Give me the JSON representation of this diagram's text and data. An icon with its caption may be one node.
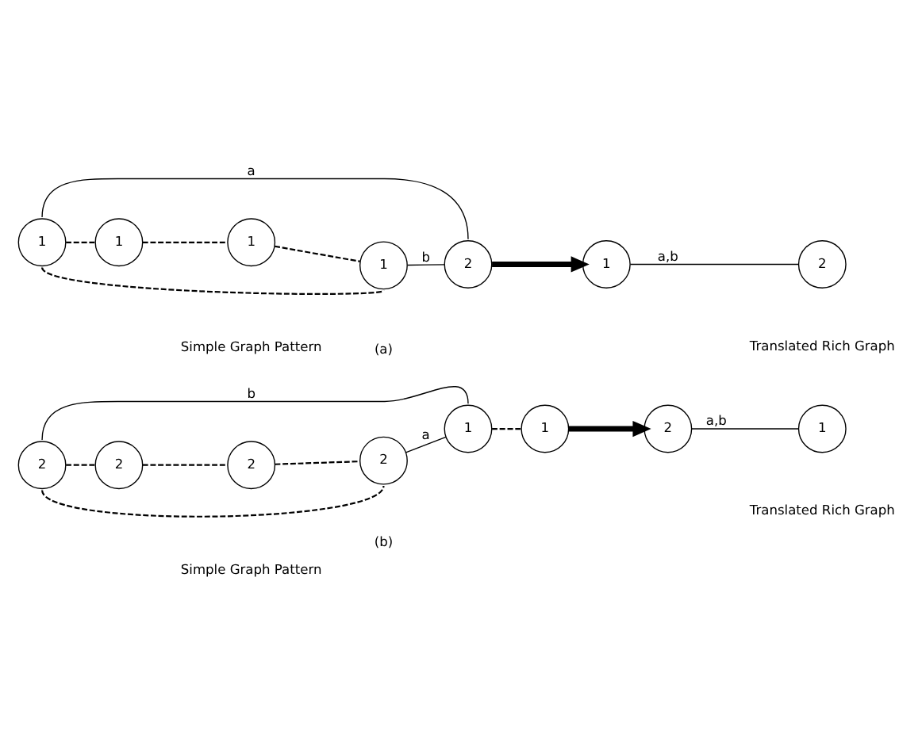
{
  "diagram": {
    "nodes": [
      {
        "text": [
          "1"
        ]
      },
      {
        "text": [
          "1"
        ]
      },
      {
        "text": [
          "1"
        ]
      },
      {
        "text": [
          "1"
        ]
      },
      {
        "text": [
          "2"
        ]
      },
      {
        "text": [
          "1"
        ]
      },
      {
        "text": [
          "2"
        ]
      },
      {
        "text": [
          "2"
        ]
      },
      {
        "text": [
          "2"
        ]
      },
      {
        "text": [
          "2"
        ]
      },
      {
        "text": [
          "2"
        ]
      },
      {
        "text": [
          "1"
        ]
      },
      {
        "text": [
          "1"
        ]
      },
      {
        "text": [
          "2"
        ]
      },
      {
        "text": [
          "1"
        ]
      }
    ],
    "edges": [
      {
        "from": 0,
        "to": 1,
        "arrow": "none",
        "style": "dashed"
      },
      {
        "from": 1,
        "to": 2,
        "arrow": "none",
        "style": "dashed"
      },
      {
        "from": 2,
        "to": 3,
        "arrow": "none",
        "style": "dashed"
      },
      {
        "from": 3,
        "to": 4,
        "arrow": "none",
        "label": "b"
      },
      {
        "from": 0,
        "to": 4,
        "arrow": "none",
        "label": "a"
      },
      {
        "from": 0,
        "to": 3,
        "arrow": "none",
        "style": "dashed"
      },
      {
        "from": 4,
        "to": 5,
        "arrow": "to",
        "style": "thick"
      },
      {
        "from": 5,
        "to": 6,
        "arrow": "none",
        "label": "a,b"
      },
      {
        "from": 7,
        "to": 8,
        "arrow": "none",
        "style": "dashed"
      },
      {
        "from": 8,
        "to": 9,
        "arrow": "none",
        "style": "dashed"
      },
      {
        "from": 9,
        "to": 10,
        "arrow": "none",
        "style": "dashed"
      },
      {
        "from": 10,
        "to": 11,
        "arrow": "none",
        "label": "a"
      },
      {
        "from": 11,
        "to": 12,
        "arrow": "none",
        "style": "dashed"
      },
      {
        "from": 7,
        "to": 11,
        "arrow": "none",
        "label": "b"
      },
      {
        "from": 7,
        "to": 10,
        "arrow": "none",
        "style": "dashed"
      },
      {
        "from": 12,
        "to": 13,
        "arrow": "to",
        "style": "thick"
      },
      {
        "from": 13,
        "to": 14,
        "arrow": "none",
        "label": "a,b"
      }
    ],
    "labels": [
      "Simple Graph Pattern",
      "Translated Rich Graph",
      "(a)",
      "Simple Graph Pattern",
      "Translated Rich Graph",
      "(b)"
    ]
  }
}
